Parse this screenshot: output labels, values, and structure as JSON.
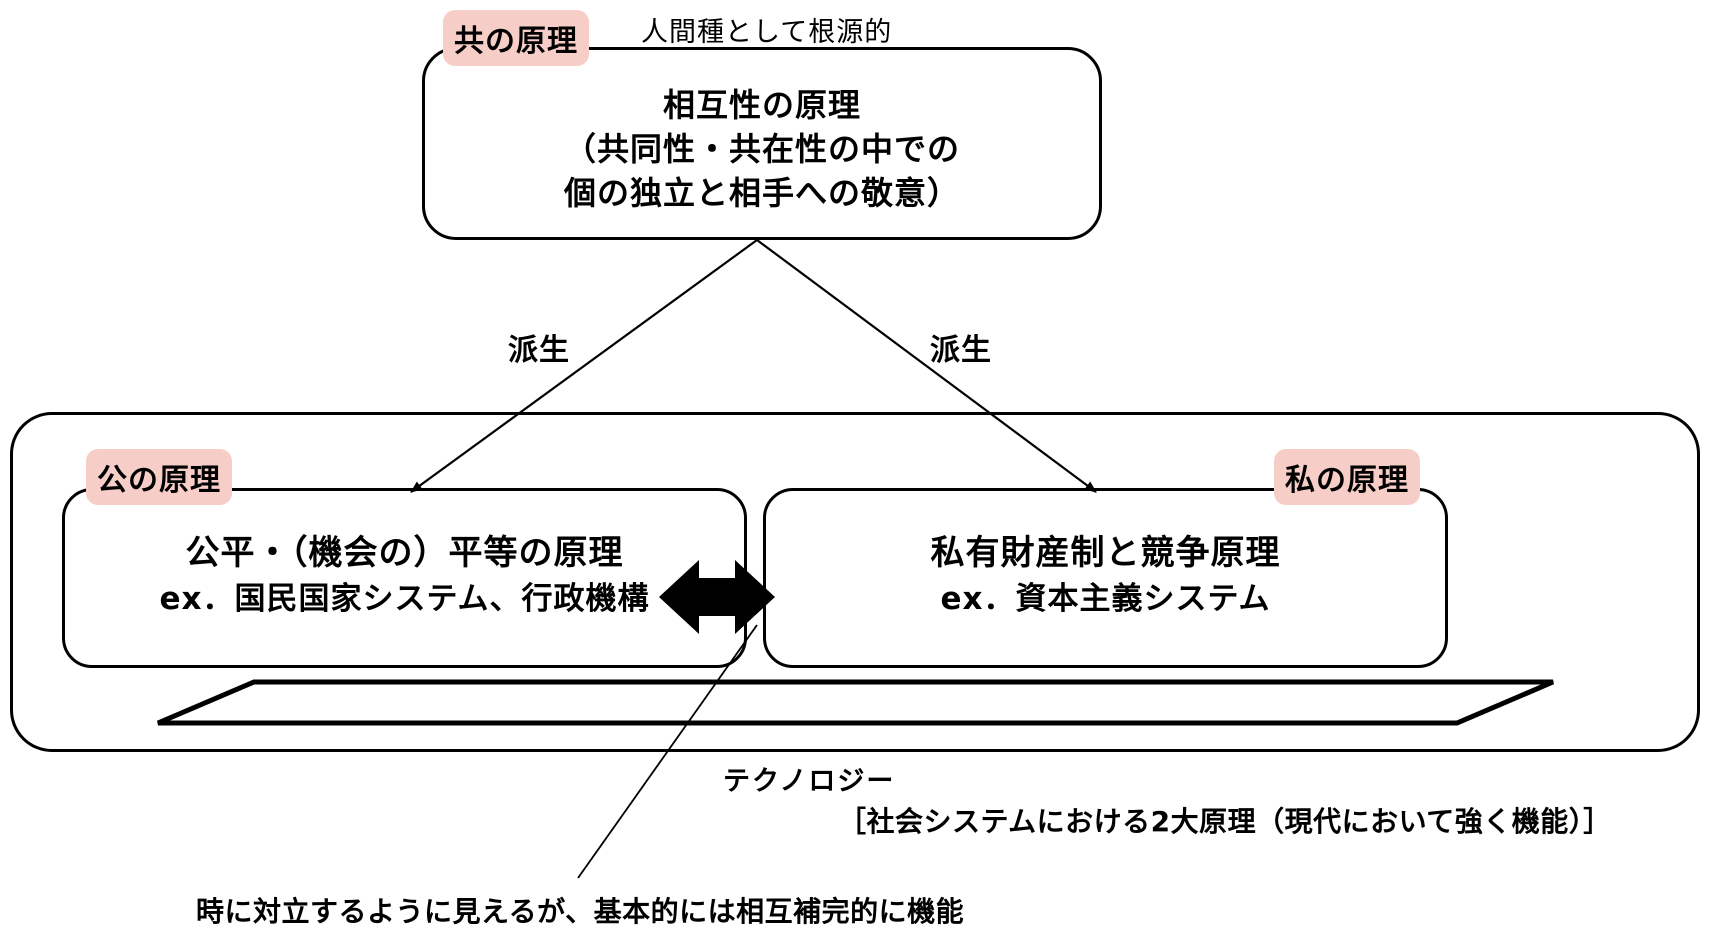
{
  "diagram": {
    "title_note_top": "人間種として根源的",
    "tags": {
      "tomo": "共の原理",
      "ko": "公の原理",
      "watashi": "私の原理"
    },
    "top_box": {
      "line1": "相互性の原理",
      "line2": "（共同性・共在性の中での",
      "line3": "個の独立と相手への敬意）"
    },
    "edges": {
      "derive_left": "派生",
      "derive_right": "派生"
    },
    "left_box": {
      "line1": "公平・（機会の）平等の原理",
      "line2": "ex．国民国家システム、行政機構"
    },
    "right_box": {
      "line1": "私有財産制と競争原理",
      "line2": "ex．資本主義システム"
    },
    "technology_banner": "テクノロジー",
    "system_caption": "［社会システムにおける2大原理（現代において強く機能）］",
    "bottom_note": "時に対立するように見えるが、基本的には相互補完的に機能",
    "colors": {
      "tag_fill": "#f7cdc8",
      "stroke": "#000000",
      "background": "#ffffff"
    }
  }
}
